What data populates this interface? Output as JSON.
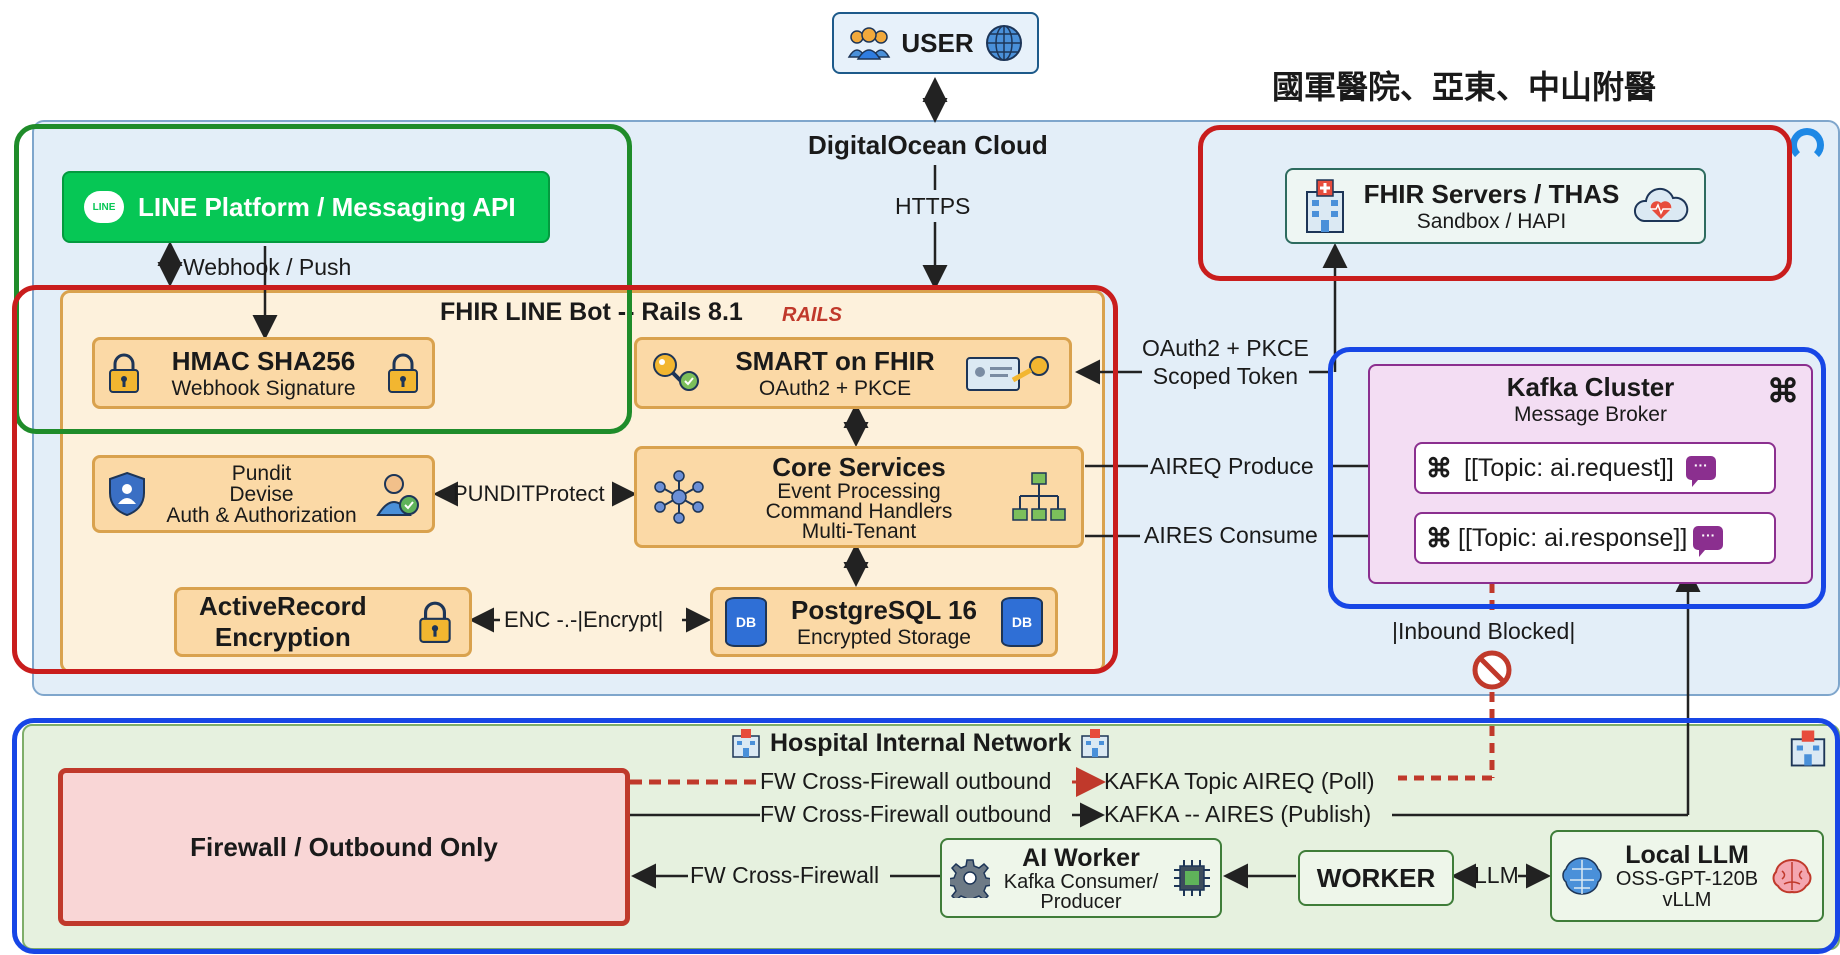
{
  "hospitals_label": "國軍醫院、亞東、中山附醫",
  "user": {
    "label": "USER"
  },
  "cloud": {
    "title": "DigitalOcean Cloud"
  },
  "line_platform": {
    "label": "LINE Platform / Messaging API",
    "logo_text": "LINE"
  },
  "fhir_servers": {
    "title": "FHIR Servers / THAS",
    "subtitle": "Sandbox / HAPI"
  },
  "bot": {
    "title": "FHIR LINE Bot -- Rails 8.1",
    "rails_logo": "RAILS"
  },
  "hmac": {
    "title": "HMAC SHA256",
    "subtitle": "Webhook Signature"
  },
  "smart": {
    "title": "SMART on FHIR",
    "subtitle": "OAuth2 + PKCE"
  },
  "pundit": {
    "line1": "Pundit",
    "line2": "Devise",
    "line3": "Auth & Authorization"
  },
  "core": {
    "title": "Core Services",
    "line1": "Event Processing",
    "line2": "Command Handlers",
    "line3": "Multi-Tenant"
  },
  "activerecord": {
    "line1": "ActiveRecord",
    "line2": "Encryption"
  },
  "postgres": {
    "title": "PostgreSQL 16",
    "subtitle": "Encrypted Storage",
    "db_badge": "DB"
  },
  "kafka": {
    "title": "Kafka Cluster",
    "subtitle": "Message Broker",
    "topic_request": "[[Topic: ai.request]]",
    "topic_response": "[[Topic: ai.response]]"
  },
  "hospital_net": {
    "title": "Hospital Internal Network"
  },
  "firewall": {
    "label": "Firewall / Outbound Only"
  },
  "ai_worker": {
    "title": "AI Worker",
    "line1": "Kafka Consumer/",
    "line2": "Producer"
  },
  "worker": {
    "label": "WORKER"
  },
  "local_llm": {
    "title": "Local LLM",
    "line1": "OSS-GPT-120B",
    "line2": "vLLM"
  },
  "edges": {
    "https": "HTTPS",
    "webhook": "Webhook / Push",
    "oauth_line1": "OAuth2 + PKCE",
    "oauth_line2": "Scoped Token",
    "pundit_protect": "PUNDITProtect",
    "enc": "ENC -.-|Encrypt|",
    "aireq": "AIREQ Produce",
    "aires": "AIRES Consume",
    "inbound_blocked": "|Inbound Blocked|",
    "fw_out1_a": "FW Cross-Firewall outbound",
    "fw_out1_b": "KAFKA Topic AIREQ (Poll)",
    "fw_out2_a": "FW Cross-Firewall outbound",
    "fw_out2_b": "KAFKA -- AIRES (Publish)",
    "fw_cross": "FW Cross-Firewall",
    "llm": "LLM"
  },
  "colors": {
    "cloud_bg": "#e3eef8",
    "cloud_border": "#7fa6cc",
    "bot_bg": "#fdf1dc",
    "box_orange": "#fbd9a6",
    "kafka_bg": "#f3ddf3",
    "kafka_border": "#8b2f8f",
    "hospital_bg": "#e6f1df",
    "line_green": "#06c755",
    "firewall_bg": "#f9d6d6",
    "firewall_border": "#c0392b",
    "highlight_green": "#1f8c2a",
    "highlight_red": "#c91d1d",
    "highlight_blue": "#1746e6"
  }
}
